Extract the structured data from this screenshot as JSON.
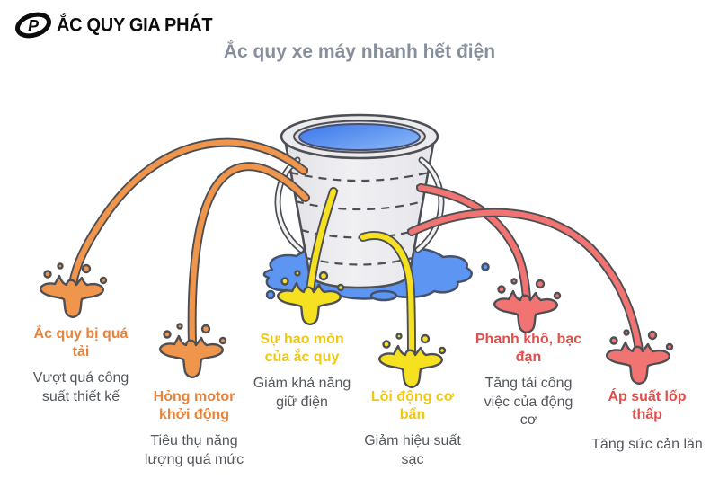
{
  "brand": {
    "logo_text": "ẮC QUY GIA PHÁT",
    "logo_icon": "gp-monogram-icon"
  },
  "title": "Ắc quy xe máy nhanh hết điện",
  "illustration": {
    "name": "leaking-bucket",
    "parts": [
      "bucket",
      "water",
      "puddle",
      "leak-streams",
      "splashes"
    ]
  },
  "colors": {
    "title_text": "#868f9b",
    "description_text": "#54585e",
    "orange": "#e8833b",
    "yellow": "#f0c812",
    "red": "#e04f4c",
    "stream_orange": "#f0954c",
    "stream_yellow": "#f5e120",
    "stream_red": "#f17472",
    "water_blue": "#4a8cf5",
    "puddle_blue": "#5d95f2",
    "bucket_fill": "#ebebed",
    "outline": "#4d4f54"
  },
  "causes": [
    {
      "title": "Ắc quy bị quá tải",
      "description": "Vượt quá công suất thiết kế",
      "color_group": "orange"
    },
    {
      "title": "Hỏng motor khởi động",
      "description": "Tiêu thụ năng lượng quá mức",
      "color_group": "orange"
    },
    {
      "title": "Sự hao mòn của ắc quy",
      "description": "Giảm khả năng giữ điện",
      "color_group": "yellow"
    },
    {
      "title": "Lõi động cơ bẩn",
      "description": "Giảm hiệu suất sạc",
      "color_group": "yellow"
    },
    {
      "title": "Phanh khô, bạc đạn",
      "description": "Tăng tải công việc của động cơ",
      "color_group": "red"
    },
    {
      "title": "Áp suất lốp thấp",
      "description": "Tăng sức cản lăn",
      "color_group": "red"
    }
  ]
}
